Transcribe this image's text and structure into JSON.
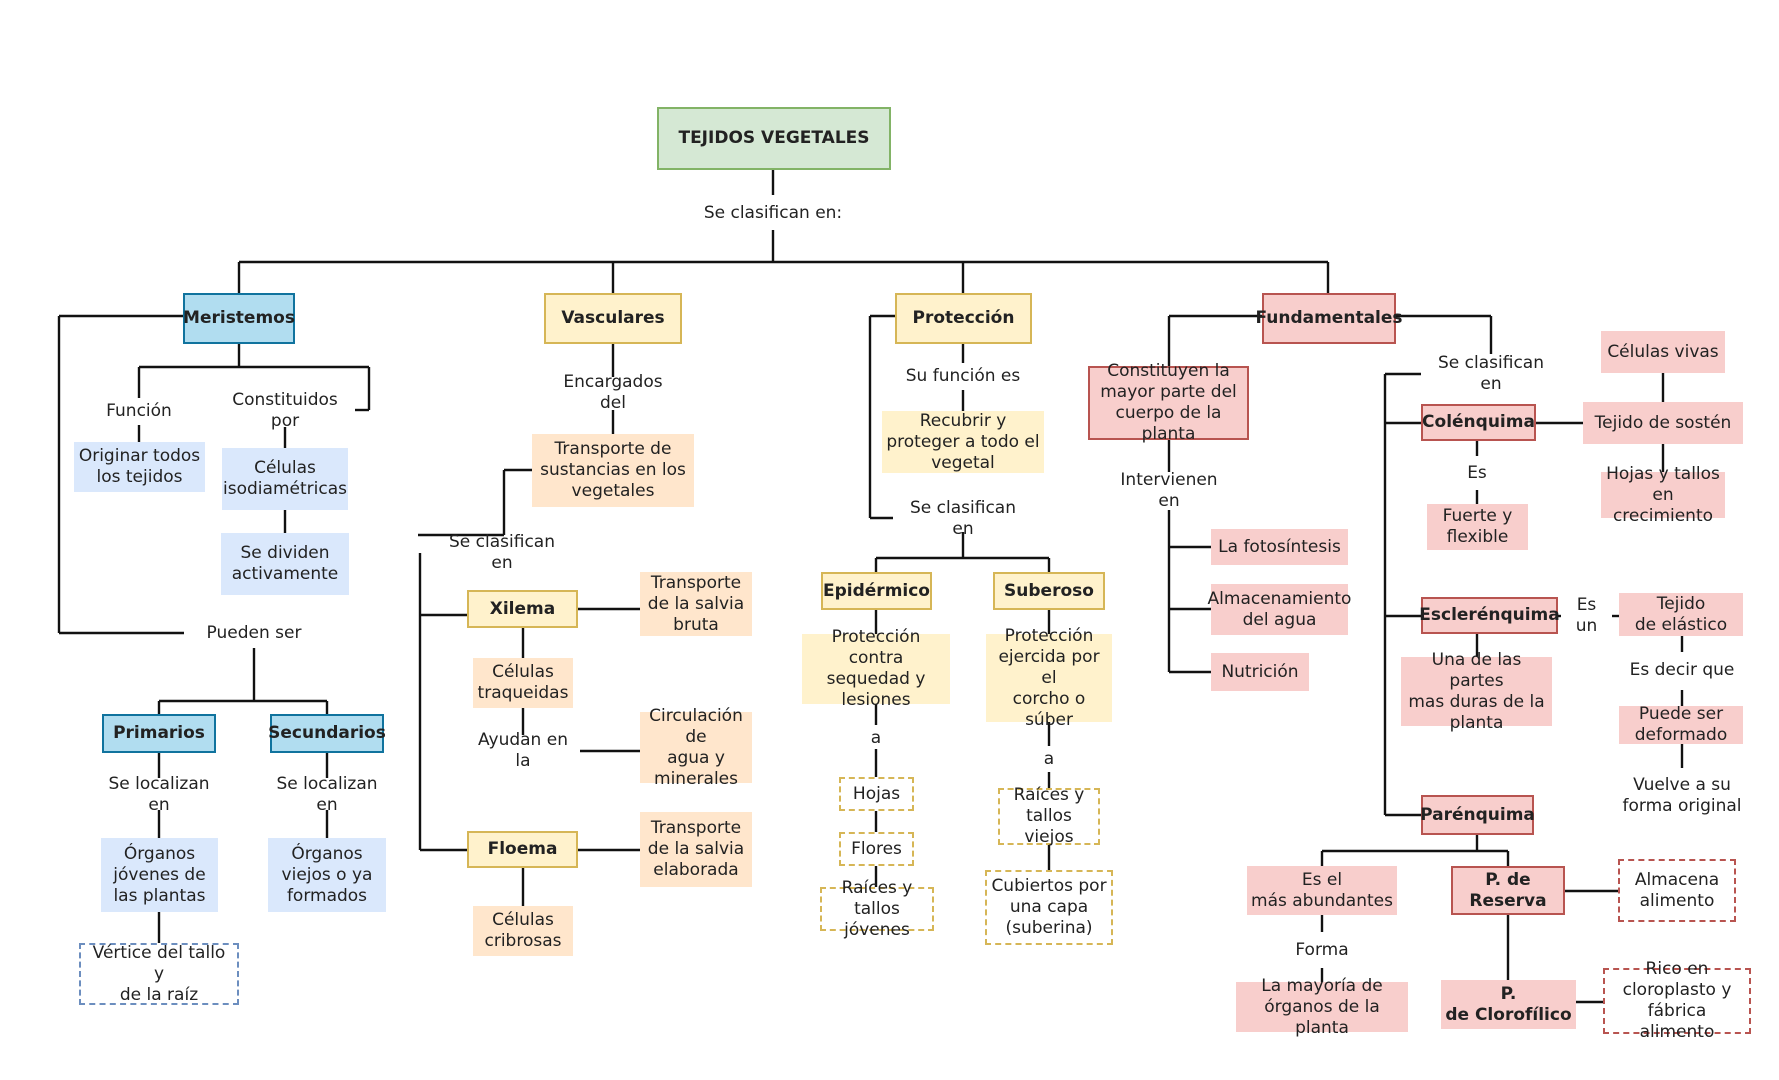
{
  "diagram": {
    "title": "TEJIDOS VEGETALES",
    "classify_label": "Se clasifican en:",
    "meristemos": {
      "title": "Meristemos",
      "funcion": "Función",
      "constituidos": "Constituidos por",
      "originar": "Originar todos\nlos tejidos",
      "celulas": "Células\nisodiamétricas",
      "dividen": "Se dividen\nactivamente",
      "pueden_ser": "Pueden ser",
      "primarios": "Primarios",
      "secundarios": "Secundarios",
      "localizan_1": "Se localizan en",
      "localizan_2": "Se localizan en",
      "organos_jovenes": "Órganos\njóvenes de\nlas plantas",
      "organos_viejos": "Órganos\nviejos o ya\nformados",
      "vertice": "Vértice del tallo y\nde la raíz"
    },
    "vasculares": {
      "title": "Vasculares",
      "encargados": "Encargados del",
      "transporte_sust": "Transporte de\nsustancias en los\nvegetales",
      "clasifican": "Se clasifican en",
      "xilema": "Xilema",
      "savia_bruta": "Transporte\nde la salvia\nbruta",
      "traqueidas": "Células\ntraqueidas",
      "ayudan": "Ayudan en la",
      "circulacion": "Circulación de\nagua y\nminerales",
      "floema": "Floema",
      "savia_elab": "Transporte\nde la salvia\nelaborada",
      "cribrosas": "Células\ncribrosas"
    },
    "proteccion": {
      "title": "Protección",
      "funcion_es": "Su función es",
      "recubrir": "Recubrir y\nproteger a todo el\nvegetal",
      "clasifican": "Se clasifican en",
      "epidermico": "Epidérmico",
      "suberoso": "Suberoso",
      "prot_sequedad": "Protección contra\nsequedad y\nlesiones",
      "prot_corcho": "Protección\nejercida por el\ncorcho o\nsúber",
      "a1": "a",
      "a2": "a",
      "hojas": "Hojas",
      "flores": "Flores",
      "raices_jovenes": "Raíces y\ntallos jóvenes",
      "raices_viejos": "Raíces y\ntallos viejos",
      "cubiertos": "Cubiertos por\nuna capa\n(suberina)"
    },
    "fundamentales": {
      "title": "Fundamentales",
      "constituyen": "Constituyen la\nmayor parte del\ncuerpo de la planta",
      "intervienen": "Intervienen en",
      "fotosintesis": "La fotosíntesis",
      "almacenamiento": "Almacenamiento\ndel agua",
      "nutricion": "Nutrición",
      "clasifican": "Se clasifican en",
      "colenquima": "Colénquima",
      "celulas_vivas": "Células vivas",
      "tejido_sosten": "Tejido de sostén",
      "hojas_tallos": "Hojas y tallos\nen crecimiento",
      "es": "Es",
      "fuerte": "Fuerte y\nflexible",
      "esclerenquima": "Esclerénquima",
      "es_un": "Es un",
      "tejido_elastico": "Tejido\nde elástico",
      "partes_duras": "Una de las partes\nmas duras de la\nplanta",
      "es_decir": "Es decir que",
      "deformado": "Puede ser\ndeformado",
      "vuelve": "Vuelve a su\nforma original",
      "parenquima": "Parénquima",
      "mas_abundantes": "Es el\nmás abundantes",
      "reserva": "P. de\nReserva",
      "almacena": "Almacena\nalimento",
      "forma": "Forma",
      "mayoria": "La mayoría de\nórganos de la planta",
      "clorofilico": "P.\nde Clorofílico",
      "rico": "Rico en\ncloroplasto y\nfábrica alimento"
    }
  }
}
